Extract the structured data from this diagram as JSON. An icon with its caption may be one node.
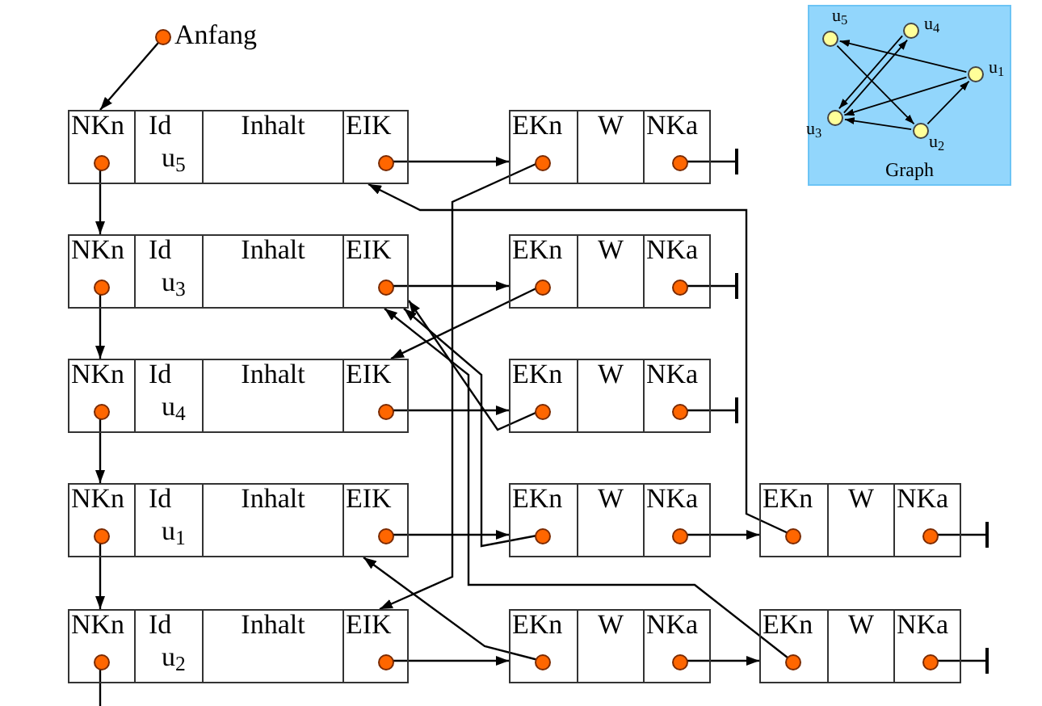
{
  "diagram": {
    "nodes": [
      {
        "text": [
          "Anfang"
        ]
      },
      {
        "text": [
          "NKn",
          "Id",
          "u$_{5}$",
          "Inhalt",
          "EIK"
        ]
      },
      {
        "text": [
          "NKn",
          "Id",
          "u$_{3}$",
          "Inhalt",
          "EIK"
        ]
      },
      {
        "text": [
          "NKn",
          "Id",
          "u$_{4}$",
          "Inhalt",
          "EIK"
        ]
      },
      {
        "text": [
          "NKn",
          "Id",
          "u$_{1}$",
          "Inhalt",
          "EIK"
        ]
      },
      {
        "text": [
          "NKn",
          "Id",
          "u$_{2}$",
          "Inhalt",
          "EIK"
        ]
      },
      {
        "text": [
          "EKn",
          "W",
          "NKa"
        ]
      },
      {
        "text": [
          "EKn",
          "W",
          "NKa"
        ]
      },
      {
        "text": [
          "EKn",
          "W",
          "NKa"
        ]
      },
      {
        "text": [
          "EKn",
          "W",
          "NKa"
        ]
      },
      {
        "text": [
          "EKn",
          "W",
          "NKa"
        ]
      },
      {
        "text": [
          "EKn",
          "W",
          "NKa"
        ]
      },
      {
        "text": [
          "EKn",
          "W",
          "NKa"
        ]
      },
      {
        "text": [
          "Graph"
        ]
      },
      {
        "text": [],
        "shape": "circle",
        "in": 13,
        "beside": [
          "u$_{5}$"
        ]
      },
      {
        "text": [],
        "shape": "circle",
        "in": 13,
        "beside": [
          "u$_{4}$"
        ]
      },
      {
        "text": [],
        "shape": "circle",
        "in": 13,
        "beside": [
          "u$_{1}$"
        ]
      },
      {
        "text": [],
        "shape": "circle",
        "in": 13,
        "beside": [
          "u$_{3}$"
        ]
      },
      {
        "text": [],
        "shape": "circle",
        "in": 13,
        "beside": [
          "u$_{2}$"
        ]
      }
    ],
    "edges": [
      {
        "from": 0,
        "to": 1,
        "arrow": "to"
      },
      {
        "from": 1,
        "to": 2,
        "arrow": "to"
      },
      {
        "from": 2,
        "to": 3,
        "arrow": "to"
      },
      {
        "from": 3,
        "to": 4,
        "arrow": "to"
      },
      {
        "from": 4,
        "to": 5,
        "arrow": "to"
      },
      {
        "from": 5,
        "to": null,
        "arrow": "none"
      },
      {
        "from": 1,
        "to": 6,
        "arrow": "to"
      },
      {
        "from": 2,
        "to": 7,
        "arrow": "to"
      },
      {
        "from": 3,
        "to": 8,
        "arrow": "to"
      },
      {
        "from": 4,
        "to": 9,
        "arrow": "to"
      },
      {
        "from": 5,
        "to": 11,
        "arrow": "to"
      },
      {
        "from": 9,
        "to": 10,
        "arrow": "to"
      },
      {
        "from": 11,
        "to": 12,
        "arrow": "to"
      },
      {
        "from": 6,
        "to": null,
        "arrow": "other"
      },
      {
        "from": 7,
        "to": null,
        "arrow": "other"
      },
      {
        "from": 8,
        "to": null,
        "arrow": "other"
      },
      {
        "from": 10,
        "to": null,
        "arrow": "other"
      },
      {
        "from": 12,
        "to": null,
        "arrow": "other"
      },
      {
        "from": 6,
        "to": 5,
        "arrow": "to"
      },
      {
        "from": 7,
        "to": 3,
        "arrow": "to"
      },
      {
        "from": 8,
        "to": 2,
        "arrow": "to"
      },
      {
        "from": 9,
        "to": 2,
        "arrow": "to"
      },
      {
        "from": 10,
        "to": 1,
        "arrow": "to"
      },
      {
        "from": 11,
        "to": 4,
        "arrow": "to"
      },
      {
        "from": 12,
        "to": 2,
        "arrow": "to"
      },
      {
        "from": 14,
        "to": 18,
        "arrow": "to"
      },
      {
        "from": 15,
        "to": 17,
        "arrow": "to"
      },
      {
        "from": 17,
        "to": 15,
        "arrow": "to"
      },
      {
        "from": 16,
        "to": 17,
        "arrow": "to"
      },
      {
        "from": 16,
        "to": 14,
        "arrow": "to"
      },
      {
        "from": 18,
        "to": 16,
        "arrow": "to"
      },
      {
        "from": 18,
        "to": 17,
        "arrow": "to"
      }
    ]
  }
}
